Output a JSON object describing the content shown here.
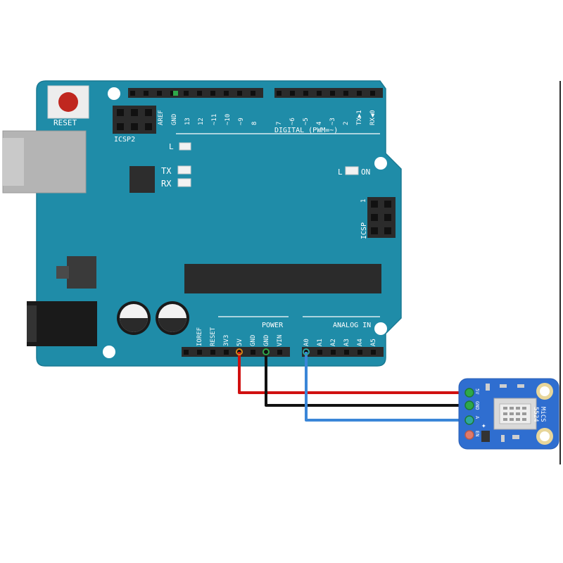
{
  "colors": {
    "board": "#1f8ca8",
    "board_edge": "#1a7a93",
    "header": "#2b2b2b",
    "wire_power": "#d01010",
    "wire_ground": "#111111",
    "wire_signal": "#3a86d8",
    "breakout": "#2f6ed0",
    "reset_button": "#c0271f"
  },
  "arduino": {
    "reset_label": "RESET",
    "icsp2_label": "ICSP2",
    "icsp_label": "ICSP",
    "digital_label": "DIGITAL (PWM=~)",
    "power_label": "POWER",
    "analog_label": "ANALOG IN",
    "led_l": "L",
    "led_tx": "TX",
    "led_rx": "RX",
    "led_l_on": "L",
    "on_label": "ON",
    "digital_pins": [
      "AREF",
      "GND",
      "13",
      "12",
      "~11",
      "~10",
      "~9",
      "8",
      "7",
      "~6",
      "~5",
      "4",
      "~3",
      "2",
      "TX▶1",
      "RX◀0"
    ],
    "power_pins": [
      "IOREF",
      "RESET",
      "3V3",
      "5V",
      "GND",
      "GND",
      "VIN"
    ],
    "analog_pins": [
      "A0",
      "A1",
      "A2",
      "A3",
      "A4",
      "A5"
    ]
  },
  "sensor": {
    "pins": [
      "5V",
      "GND",
      "A",
      "EN"
    ],
    "label_top": "MiCS",
    "label_bottom": "5524"
  },
  "connections": [
    {
      "from": "5V",
      "to": "5V",
      "color": "red"
    },
    {
      "from": "GND",
      "to": "GND",
      "color": "black"
    },
    {
      "from": "A0",
      "to": "A",
      "color": "blue"
    }
  ]
}
